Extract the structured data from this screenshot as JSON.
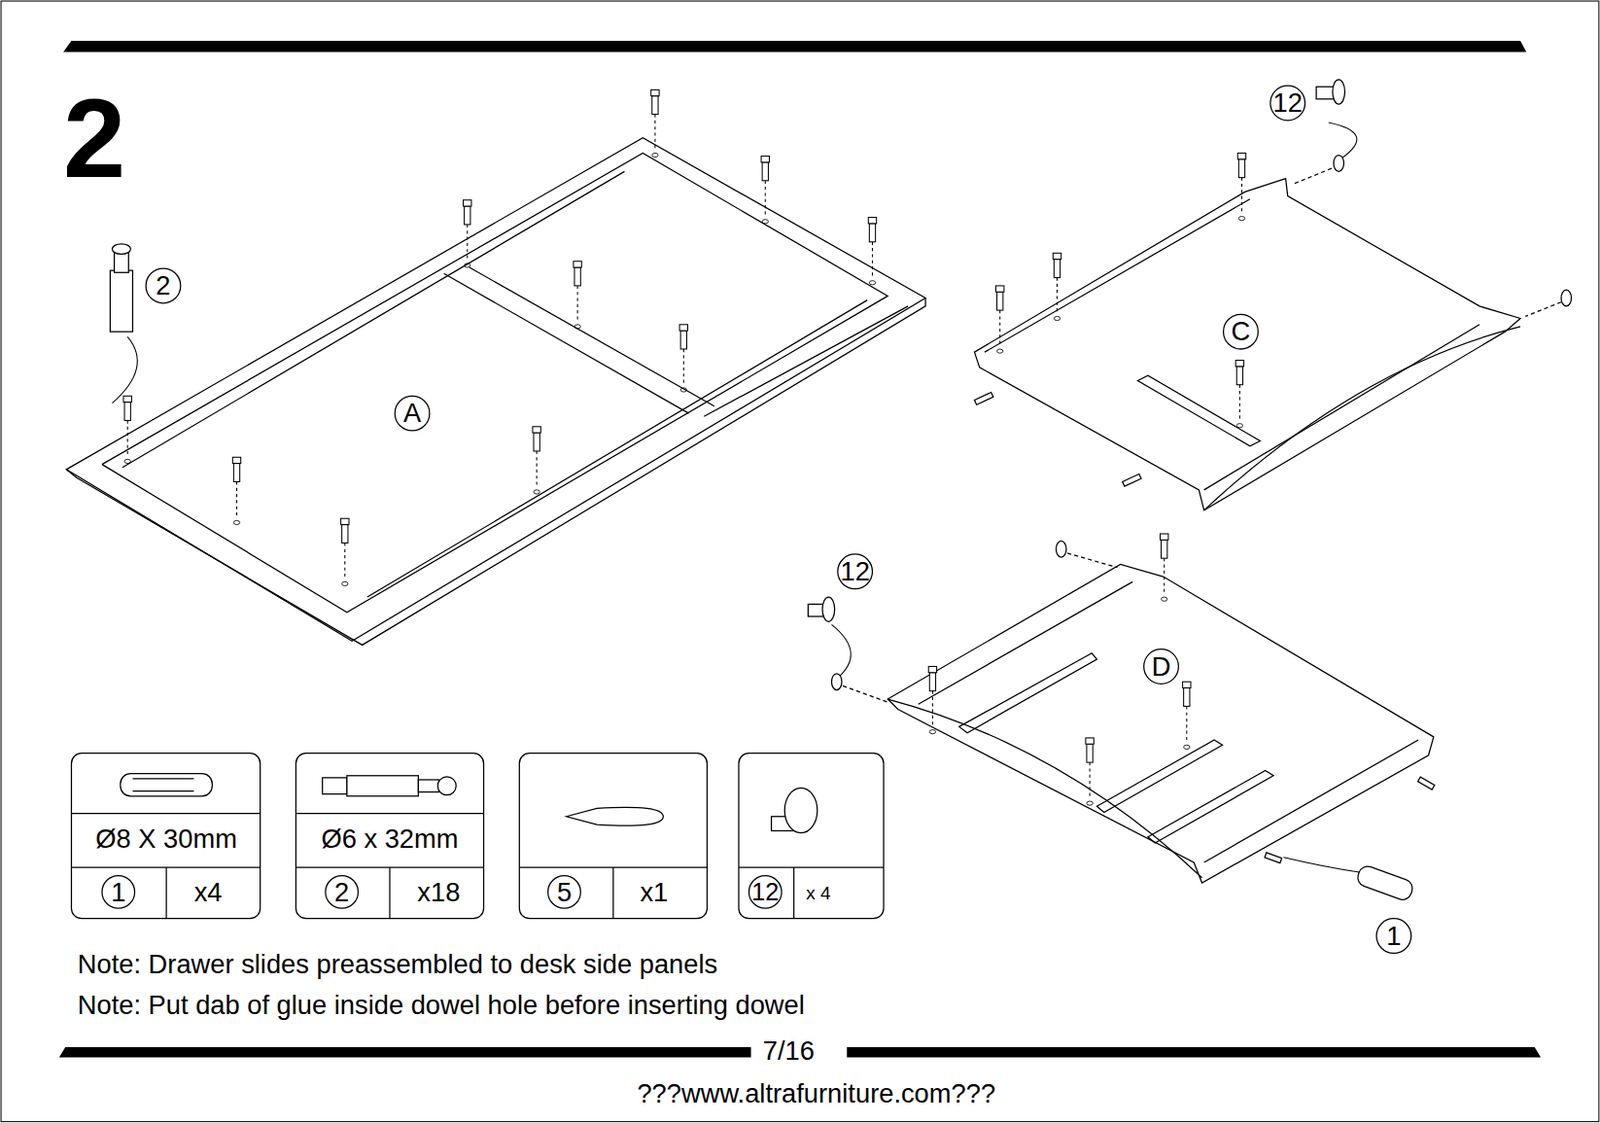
{
  "diagram": {
    "title": "2",
    "labels": [
      "2",
      "A",
      "12",
      "C",
      "12",
      "D",
      "1",
      "Ø8 X 30mm",
      "1",
      "x4",
      "Ø6 x 32mm",
      "2",
      "x18",
      "5",
      "x1",
      "12",
      "x 4",
      "Note: Drawer slides preassembled to desk side panels",
      "Note: Put dab of glue inside dowel hole before inserting dowel",
      "7/16",
      "???www.altrafurniture.com???"
    ]
  }
}
